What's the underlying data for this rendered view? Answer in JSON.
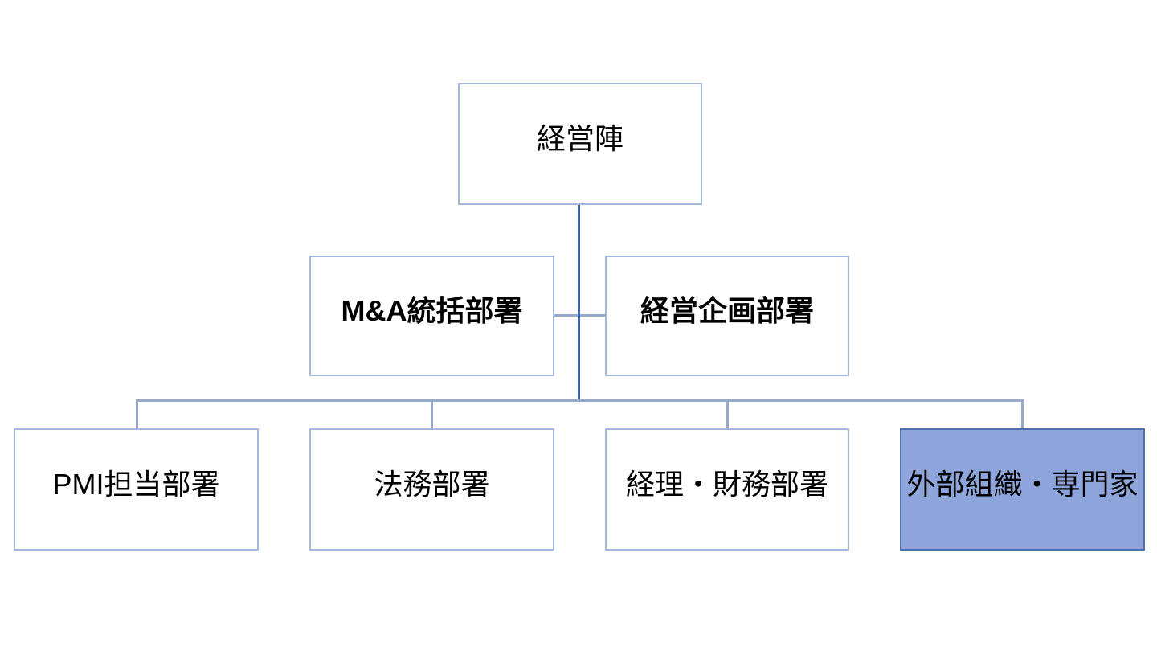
{
  "page": {
    "background": "#ffffff"
  },
  "org_chart": {
    "type": "organization-chart",
    "nodes": [
      {
        "id": "management",
        "label": "経営陣",
        "level": 1,
        "emphasis": "normal",
        "fill": "#ffffff",
        "parent": null
      },
      {
        "id": "ma-supervising-dept",
        "label": "M&A統括部署",
        "level": 2,
        "emphasis": "bold",
        "fill": "#ffffff",
        "parent": "management"
      },
      {
        "id": "corporate-planning-dept",
        "label": "経営企画部署",
        "level": 2,
        "emphasis": "bold",
        "fill": "#ffffff",
        "parent": "management"
      },
      {
        "id": "pmi-dept",
        "label": "PMI担当部署",
        "level": 3,
        "emphasis": "normal",
        "fill": "#ffffff",
        "parent": "management"
      },
      {
        "id": "legal-dept",
        "label": "法務部署",
        "level": 3,
        "emphasis": "normal",
        "fill": "#ffffff",
        "parent": "management"
      },
      {
        "id": "accounting-finance-dept",
        "label": "経理・財務部署",
        "level": 3,
        "emphasis": "normal",
        "fill": "#ffffff",
        "parent": "management"
      },
      {
        "id": "external-experts",
        "label": "外部組織・専門家",
        "level": 3,
        "emphasis": "normal",
        "fill": "#8da5da",
        "parent": "management"
      }
    ],
    "colors": {
      "box_border": "#a3b7db",
      "connector_trunk": "#3d64a1",
      "connector_light": "#96a9cb",
      "highlight_fill": "#8da5da",
      "highlight_border": "#4c70b0",
      "text": "#000000"
    }
  }
}
